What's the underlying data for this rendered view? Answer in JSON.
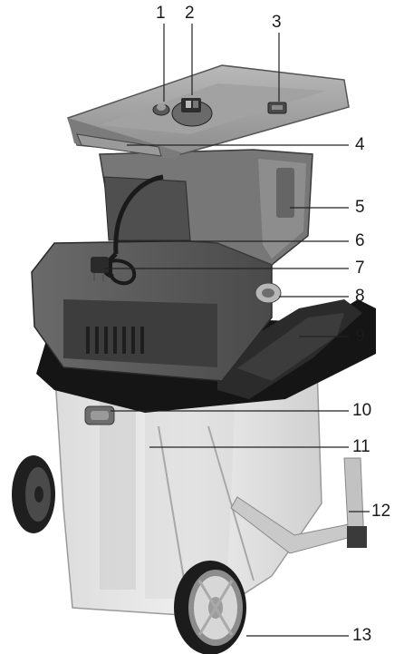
{
  "figure": {
    "callouts": [
      "1",
      "2",
      "3",
      "4",
      "5",
      "6",
      "7",
      "8",
      "9",
      "10",
      "11",
      "12",
      "13"
    ]
  }
}
